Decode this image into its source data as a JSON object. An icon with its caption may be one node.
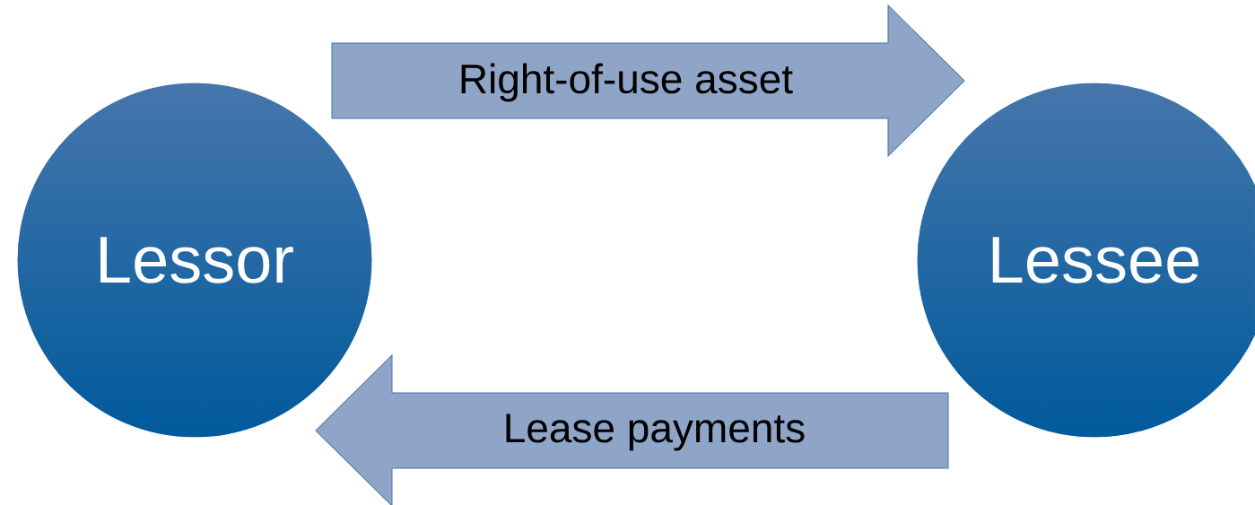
{
  "diagram": {
    "nodes": [
      {
        "text": [
          "Lessor"
        ]
      },
      {
        "text": [
          "Lessee"
        ]
      }
    ],
    "edges": [
      {
        "from": 0,
        "to": 1,
        "arrow": "to",
        "label": "Right-of-use asset"
      },
      {
        "from": 1,
        "to": 0,
        "arrow": "to",
        "label": "Lease payments"
      }
    ]
  }
}
